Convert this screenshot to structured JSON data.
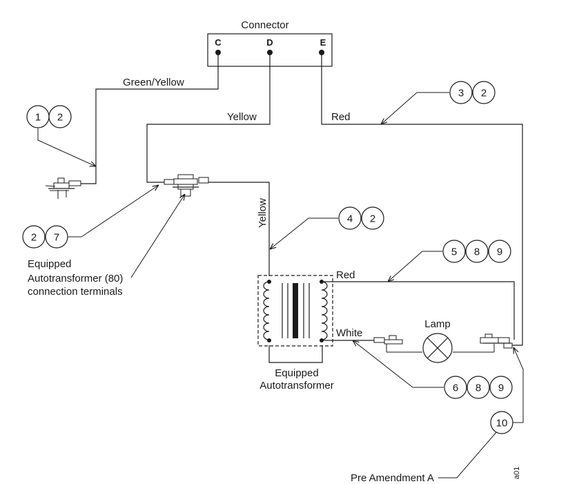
{
  "connector": {
    "title": "Connector",
    "pins": [
      "C",
      "D",
      "E"
    ]
  },
  "wires": {
    "green_yellow": "Green/Yellow",
    "yellow_top": "Yellow",
    "yellow_vertical": "Yellow",
    "red_top": "Red",
    "red_lamp": "Red",
    "white_lamp": "White"
  },
  "components": {
    "autotransformer_terminals_line1": "Equipped",
    "autotransformer_terminals_line2": "Autotransformer (80)",
    "autotransformer_terminals_line3": "connection terminals",
    "autotransformer_line1": "Equipped",
    "autotransformer_line2": "Autotransformer",
    "lamp": "Lamp"
  },
  "callouts": {
    "c1": [
      "1",
      "2"
    ],
    "c2": [
      "2",
      "7"
    ],
    "c3": [
      "3",
      "2"
    ],
    "c4": [
      "4",
      "2"
    ],
    "c5": [
      "5",
      "8",
      "9"
    ],
    "c6": [
      "6",
      "8",
      "9"
    ],
    "c7": [
      "10"
    ]
  },
  "notes": {
    "pre_amendment": "Pre Amendment A",
    "figure_code": "a01"
  }
}
